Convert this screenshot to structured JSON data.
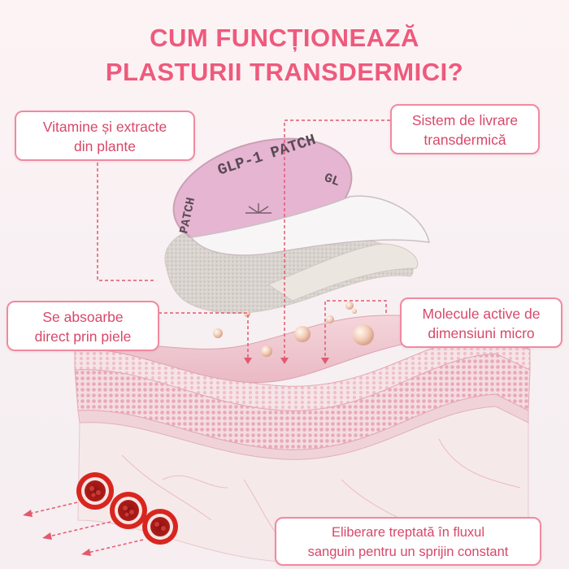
{
  "title": {
    "line1": "CUM FUNCȚIONEAZĂ",
    "line2": "PLASTURII TRANSDERMICI?"
  },
  "patch": {
    "label_main": "GLP-1 PATCH",
    "label_left": "PATCH",
    "label_right": "GL"
  },
  "callouts": {
    "vitamins": {
      "line1": "Vitamine și extracte",
      "line2": "din plante"
    },
    "delivery": {
      "line1": "Sistem de livrare",
      "line2": "transdermică"
    },
    "absorb": {
      "line1": "Se absoarbe",
      "line2": "direct prin piele"
    },
    "molecules": {
      "line1": "Molecule active de",
      "line2": "dimensiuni micro"
    },
    "release": {
      "line1": "Eliberare treptată în fluxul",
      "line2": "sanguin pentru un sprijin constant"
    }
  },
  "colors": {
    "accent": "#ee5a7c",
    "callout_border": "#f08aa0",
    "patch_pink": "#e6b5d2",
    "vessel_red": "#d8261f"
  }
}
